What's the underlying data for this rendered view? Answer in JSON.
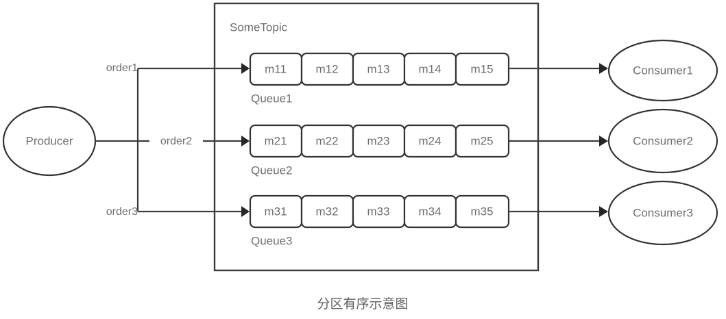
{
  "diagram": {
    "caption": "分区有序示意图",
    "producer": {
      "label": "Producer"
    },
    "topic": {
      "label": "SomeTopic"
    },
    "routes": [
      {
        "label": "order1"
      },
      {
        "label": "order2"
      },
      {
        "label": "order3"
      }
    ],
    "queues": [
      {
        "label": "Queue1",
        "messages": [
          "m11",
          "m12",
          "m13",
          "m14",
          "m15"
        ]
      },
      {
        "label": "Queue2",
        "messages": [
          "m21",
          "m22",
          "m23",
          "m24",
          "m25"
        ]
      },
      {
        "label": "Queue3",
        "messages": [
          "m31",
          "m32",
          "m33",
          "m34",
          "m35"
        ]
      }
    ],
    "consumers": [
      {
        "label": "Consumer1"
      },
      {
        "label": "Consumer2"
      },
      {
        "label": "Consumer3"
      }
    ],
    "colors": {
      "stroke": "#333333",
      "text": "#6e6e6e",
      "background": "#ffffff"
    }
  }
}
